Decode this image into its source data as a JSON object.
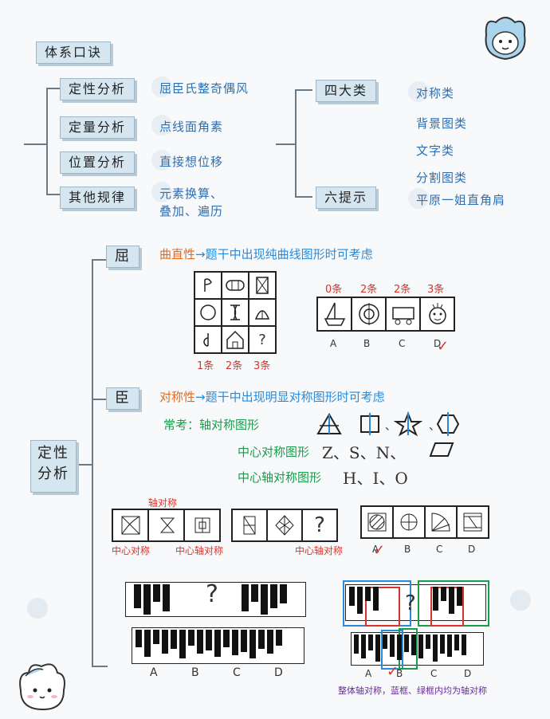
{
  "top": {
    "title": "体系口诀",
    "left_items": [
      {
        "tag": "定性分析",
        "text": "屈臣氏整奇偶风"
      },
      {
        "tag": "定量分析",
        "text": "点线面角素"
      },
      {
        "tag": "位置分析",
        "text": "直接想位移"
      },
      {
        "tag": "其他规律",
        "text": "元素换算、",
        "text2": "叠加、遍历"
      }
    ],
    "four_tag": "四大类",
    "four_items": [
      "对称类",
      "背景图类",
      "文字类",
      "分割图类"
    ],
    "six_tag": "六提示",
    "six_text": "平原一姐直角肩"
  },
  "qu": {
    "tag": "屈",
    "title_a": "曲直性",
    "title_b": "→题干中出现纯曲线图形时可考虑",
    "grid_cells": [
      "",
      "",
      "",
      "",
      "",
      "",
      "",
      "",
      "?"
    ],
    "grid_counts": [
      "1条",
      "2条",
      "3条"
    ],
    "opt_counts": [
      "0条",
      "2条",
      "2条",
      "3条"
    ],
    "opt_labels": [
      "A",
      "B",
      "C",
      "D"
    ]
  },
  "chen": {
    "tag": "臣",
    "title_a": "对称性",
    "title_b": "→题干中出现明显对称图形时可考虑",
    "common": "常考：轴对称图形",
    "center": "中心对称图形",
    "center_letters": "Z、S、N、",
    "centeraxis": "中心轴对称图形",
    "centeraxis_letters": "H、I、O",
    "sep": "、"
  },
  "side_tag": {
    "line1": "定性",
    "line2": "分析"
  },
  "examples": {
    "axis_label": "轴对称",
    "center_label": "中心对称",
    "centeraxis_label": "中心轴对称",
    "centeraxis_label2": "中心轴对称",
    "question": "?",
    "opt_labels": [
      "A",
      "B",
      "C",
      "D"
    ],
    "bar_q": "?",
    "bar_opts": [
      "A",
      "B",
      "C",
      "D"
    ],
    "bar_opts2": [
      "A",
      "B",
      "C",
      "D"
    ],
    "note": "整体轴对称，蓝框、绿框内均为轴对称"
  }
}
